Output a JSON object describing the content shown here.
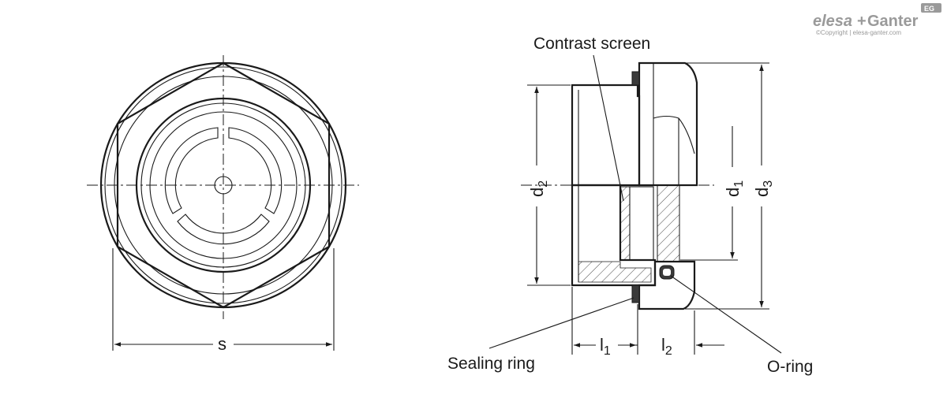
{
  "logo": {
    "brand": "elesa",
    "plus": "+",
    "brand2": "Ganter",
    "badge": "EG",
    "copyright": "©Copyright | elesa-ganter.com"
  },
  "front_view": {
    "dimension_s": "s"
  },
  "side_view": {
    "callouts": {
      "contrast_screen": "Contrast screen",
      "sealing_ring": "Sealing ring",
      "o_ring": "O-ring"
    },
    "dimensions": {
      "d2": {
        "letter": "d",
        "sub": "2"
      },
      "d1": {
        "letter": "d",
        "sub": "1"
      },
      "d3": {
        "letter": "d",
        "sub": "3"
      },
      "l1": {
        "letter": "l",
        "sub": "1"
      },
      "l2": {
        "letter": "l",
        "sub": "2"
      }
    }
  }
}
